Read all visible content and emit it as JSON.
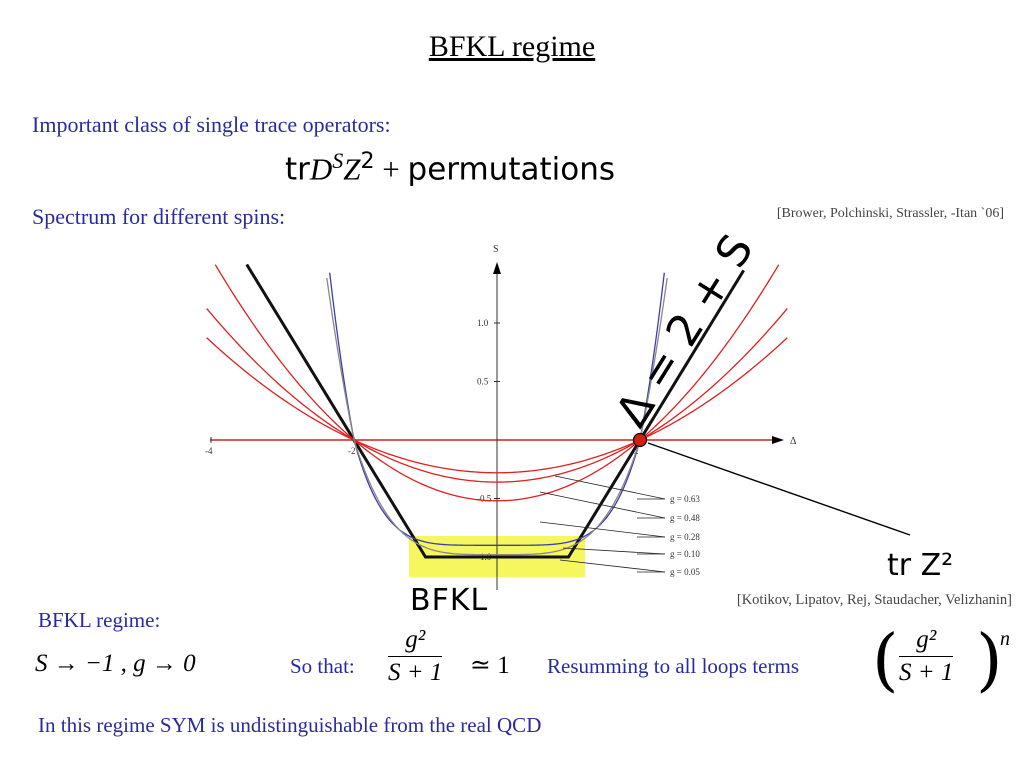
{
  "title": "BFKL regime",
  "intro_text": "Important class of single trace operators:",
  "operator": {
    "prefix": "tr",
    "D": "D",
    "S": "S",
    "Z": "Z",
    "power": "2",
    "plus": "+",
    "suffix": "permutations"
  },
  "spectrum_text": "Spectrum for different spins:",
  "citation_top": "[Brower, Polchinski, Strassler, -Itan `06]",
  "citation_bottom": "[Kotikov, Lipatov, Rej, Staudacher, Velizhanin]",
  "bfkl_heading": "BFKL regime:",
  "limit_text": "S → −1  ,  g → 0",
  "so_that": "So that:",
  "fraction": {
    "num": "g²",
    "den": "S + 1",
    "rel": "≃ 1"
  },
  "resum_text": "Resumming to all loops terms",
  "power_n": "n",
  "conclusion": "In this regime SYM is undistinguishable from the real QCD",
  "colors": {
    "title_blue": "#2a2aa0",
    "curve_red": "#e02020",
    "curve_blue": "#3c3cb4",
    "highlight": "#f5f542",
    "dot": "#d02010"
  },
  "chart_data": {
    "type": "line",
    "xlabel": "Δ",
    "ylabel": "S",
    "xlim": [
      -4,
      4
    ],
    "ylim": [
      -1.25,
      1.6
    ],
    "x_ticks": [
      "-4",
      "-2",
      "2"
    ],
    "y_ticks": [
      "1.0",
      "0.5",
      "-0.5",
      "-1.0"
    ],
    "y_tick_values": [
      1.0,
      0.5,
      -0.5,
      -1.0
    ],
    "x_tick_values": [
      -4,
      -2,
      2
    ],
    "series": [
      {
        "name": "g = 0.63",
        "color": "red",
        "min_S": -0.28
      },
      {
        "name": "g = 0.48",
        "color": "red",
        "min_S": -0.36
      },
      {
        "name": "g = 0.28",
        "color": "red",
        "min_S": -0.52
      },
      {
        "name": "g = 0.10",
        "color": "blue",
        "min_S": -0.9
      },
      {
        "name": "g = 0.05",
        "color": "gray",
        "min_S": -0.98
      }
    ],
    "limit_curve": {
      "floor_S": -1.0,
      "description_lines": "|S| = |Δ| - 2"
    },
    "annotations": [
      {
        "text": "Δ = 2 + S"
      },
      {
        "text": "BFKL"
      },
      {
        "text": "tr Z²",
        "marker": {
          "x": 2,
          "y": 0
        }
      }
    ]
  }
}
